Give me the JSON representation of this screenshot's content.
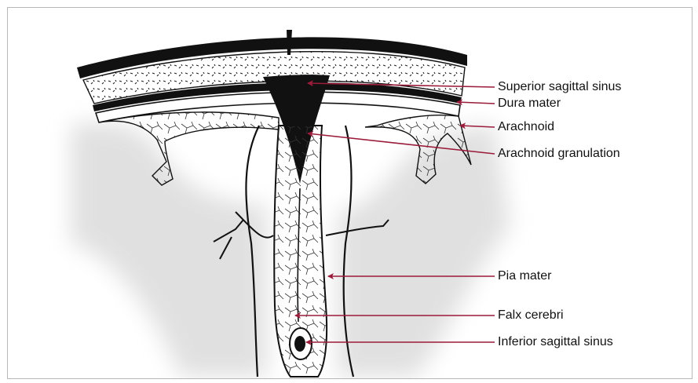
{
  "diagram": {
    "labels": [
      {
        "id": "superior-sagittal-sinus",
        "text": "Superior sagittal sinus"
      },
      {
        "id": "dura-mater",
        "text": "Dura mater"
      },
      {
        "id": "arachnoid",
        "text": "Arachnoid"
      },
      {
        "id": "arachnoid-granulation",
        "text": "Arachnoid granulation"
      },
      {
        "id": "pia-mater",
        "text": "Pia mater"
      },
      {
        "id": "falx-cerebri",
        "text": "Falx cerebri"
      },
      {
        "id": "inferior-sagittal-sinus",
        "text": "Inferior sagittal sinus"
      }
    ],
    "pointer_color": "#9b1b3b",
    "ink_color": "#111111"
  }
}
